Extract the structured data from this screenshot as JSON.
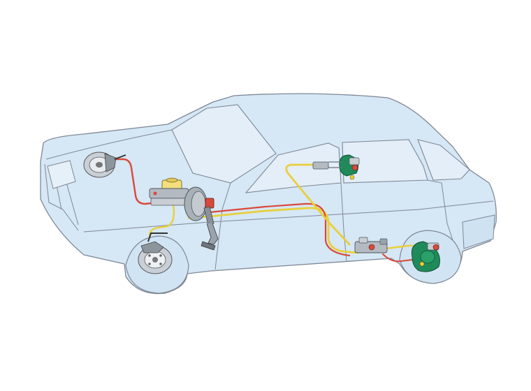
{
  "diagram": {
    "subject": "car-brake-system-cutaway",
    "labels": [],
    "colors": {
      "background": "#ffffff",
      "body_fill": "#d6e7f5",
      "body_stroke": "#7f8895",
      "brake_line_yellow": "#e9cf3c",
      "brake_line_red": "#d9493b",
      "drum_green": "#1f8a5a",
      "metal_gray": "#9aa3ad",
      "reservoir_yellow": "#f3df7b"
    },
    "components": [
      {
        "name": "front-left-disc-brake",
        "icon": "disc-brake-icon"
      },
      {
        "name": "front-right-disc-brake",
        "icon": "disc-brake-icon"
      },
      {
        "name": "master-cylinder",
        "icon": "master-cylinder-icon"
      },
      {
        "name": "vacuum-brake-booster",
        "icon": "brake-booster-icon"
      },
      {
        "name": "brake-pedal",
        "icon": "pedal-icon"
      },
      {
        "name": "pressure-regulator",
        "icon": "regulator-icon"
      },
      {
        "name": "rear-left-drum-brake",
        "icon": "drum-brake-icon"
      },
      {
        "name": "rear-right-drum-brake",
        "icon": "drum-brake-icon"
      }
    ]
  }
}
